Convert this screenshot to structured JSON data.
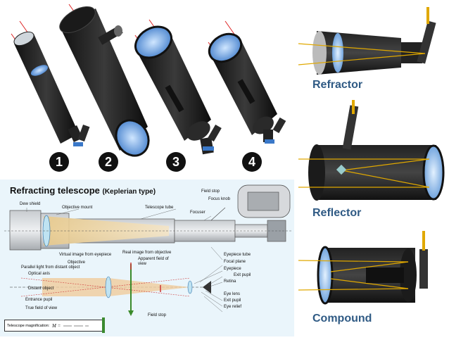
{
  "top_row": {
    "numbers": [
      "1",
      "2",
      "3",
      "4"
    ]
  },
  "telescope_types": [
    {
      "label": "Refractor"
    },
    {
      "label": "Reflector"
    },
    {
      "label": "Compound"
    }
  ],
  "kepler": {
    "title": "Refracting telescope",
    "subtitle": "(Keplerian type)",
    "labels": {
      "dew_shield": "Dew shield",
      "objective_mount": "Objective mount",
      "telescope_tube": "Telescope tube",
      "field_stop_top": "Field stop",
      "focus_knob": "Focus knob",
      "focuser": "Focuser",
      "virtual_image": "Virtual image from eyepiece",
      "real_image": "Real image from objective",
      "apparent_fov": "Apparent field of view",
      "eyepiece_tube": "Eyepiece tube",
      "objective": "Objective",
      "focal_plane": "Focal plane",
      "parallel_light": "Parallel light from distant object",
      "eyepiece": "Eyepiece",
      "optical_axis": "Optical axis",
      "exit_pupil_top": "Exit pupil",
      "retina": "Retina",
      "distant_object": "Distant object",
      "eye_lens": "Eye lens",
      "entrance_pupil": "Entrance pupil",
      "exit_pupil_bottom": "Exit pupil",
      "true_fov": "True field of view",
      "eye_relief": "Eye relief",
      "field_stop_bottom": "Field stop"
    },
    "magnification_label": "Telescope magnification:"
  }
}
